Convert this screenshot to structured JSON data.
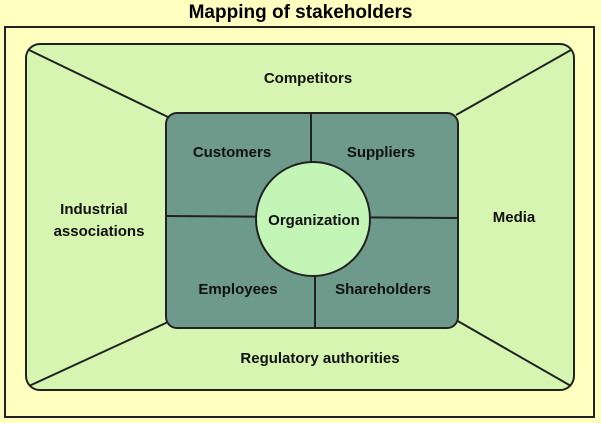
{
  "title": "Mapping of stakeholders",
  "outer": {
    "top": "Competitors",
    "left": [
      "Industrial",
      "associations"
    ],
    "right": "Media",
    "bottom": "Regulatory authorities"
  },
  "inner": {
    "top_left": "Customers",
    "top_right": "Suppliers",
    "bottom_left": "Employees",
    "bottom_right": "Shareholders"
  },
  "center": "Organization",
  "colors": {
    "background": "#FFFFC0",
    "outer_fill": "#D6F5B0",
    "inner_fill": "#6E9A8C",
    "center_fill": "#C2F5B6"
  }
}
